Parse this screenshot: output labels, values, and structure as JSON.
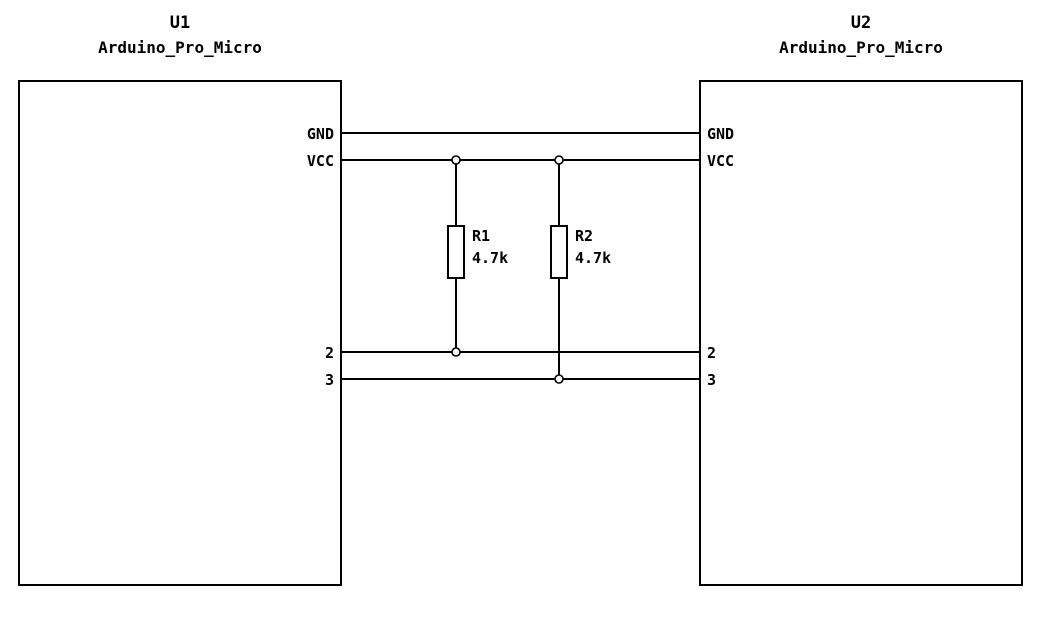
{
  "components": {
    "u1": {
      "ref": "U1",
      "value": "Arduino_Pro_Micro",
      "pins": {
        "gnd": "GND",
        "vcc": "VCC",
        "pin2": "2",
        "pin3": "3"
      }
    },
    "u2": {
      "ref": "U2",
      "value": "Arduino_Pro_Micro",
      "pins": {
        "gnd": "GND",
        "vcc": "VCC",
        "pin2": "2",
        "pin3": "3"
      }
    }
  },
  "resistors": {
    "r1": {
      "ref": "R1",
      "value": "4.7k"
    },
    "r2": {
      "ref": "R2",
      "value": "4.7k"
    }
  },
  "nets": {
    "gnd": "GND",
    "vcc": "VCC",
    "sda": "2",
    "scl": "3"
  },
  "colors": {
    "wire": "#000000",
    "background": "#ffffff"
  }
}
